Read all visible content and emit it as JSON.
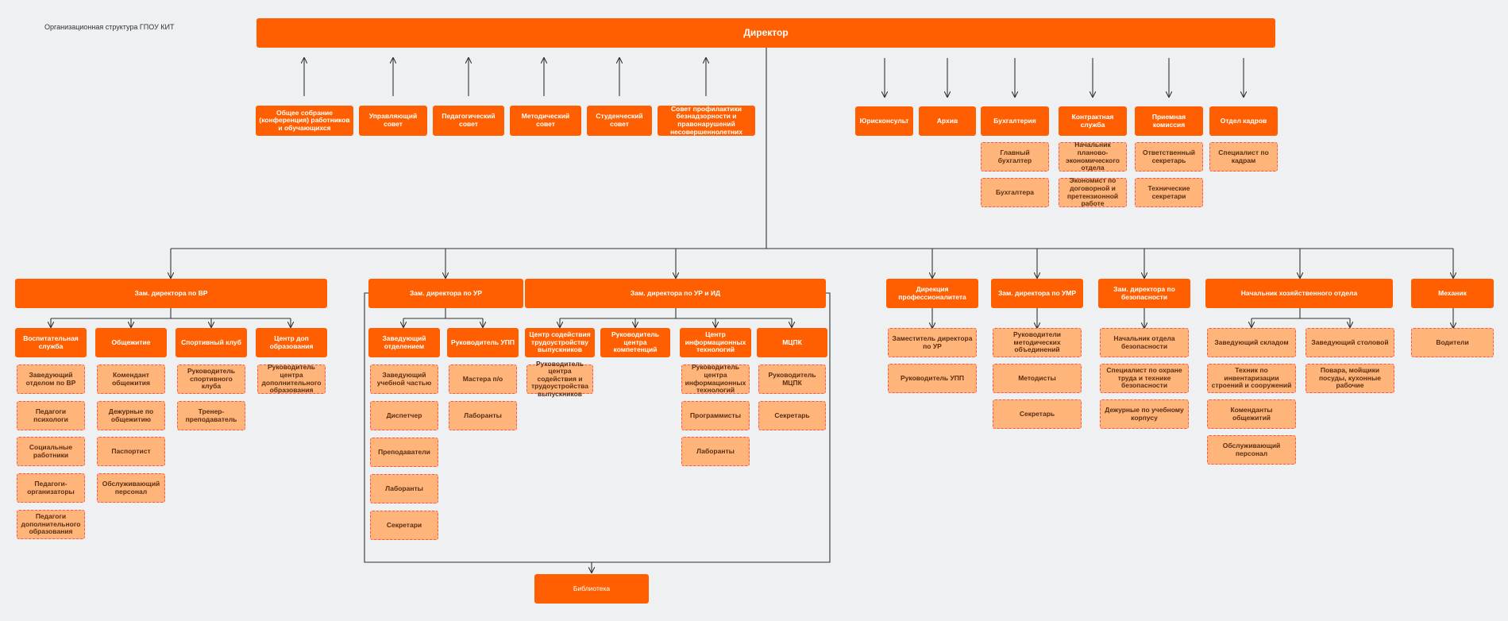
{
  "title": "Организационная структура ГПОУ КИТ",
  "director": "Директор",
  "advisory": [
    "Общее собрание (конференция) работников и обучающихся",
    "Управляющий совет",
    "Педагогический совет",
    "Методический совет",
    "Студенческий совет",
    "Совет профилактики безнадзорности и правонарушений несовершеннолетних"
  ],
  "services": [
    {
      "head": "Юрисконсульт",
      "items": []
    },
    {
      "head": "Архив",
      "items": []
    },
    {
      "head": "Бухгалтерия",
      "items": [
        "Главный бухгалтер",
        "Бухгалтера"
      ]
    },
    {
      "head": "Контрактная служба",
      "items": [
        "Начальник планово-экономического отдела",
        "Экономист по договорной и претензионной работе"
      ]
    },
    {
      "head": "Приемная комиссия",
      "items": [
        "Ответственный секретарь",
        "Технические секретари"
      ]
    },
    {
      "head": "Отдел кадров",
      "items": [
        "Специалист по кадрам"
      ]
    }
  ],
  "deputies": {
    "vr": {
      "head": "Зам. директора по ВР",
      "units": [
        {
          "head": "Воспитательная служба",
          "items": [
            "Заведующий отделом по ВР",
            "Педагоги психологи",
            "Социальные работники",
            "Педагоги-организаторы",
            "Педагоги дополнительного образования"
          ]
        },
        {
          "head": "Общежитие",
          "items": [
            "Комендант общежития",
            "Дежурные по общежитию",
            "Паспортист",
            "Обслуживающий персонал"
          ]
        },
        {
          "head": "Спортивный клуб",
          "items": [
            "Руководитель спортивного клуба",
            "Тренер-преподаватель"
          ]
        },
        {
          "head": "Центр доп образования",
          "items": [
            "Руководитель центра дополнительного образования"
          ]
        }
      ]
    },
    "ur": {
      "head": "Зам. директора по УР",
      "units": [
        {
          "head": "Заведующий отделением",
          "items": [
            "Заведующий учебной частью",
            "Диспетчер",
            "Преподаватели",
            "Лаборанты",
            "Секретари"
          ]
        },
        {
          "head": "Руководитель УПП",
          "items": [
            "Мастера п/о",
            "Лаборанты"
          ]
        }
      ]
    },
    "urid": {
      "head": "Зам. директора по УР и ИД",
      "units": [
        {
          "head": "Центр содействия трудоустройству выпускников",
          "items": [
            "Руководитель центра содействия и трудоустройства выпускников"
          ]
        },
        {
          "head": "Руководитель центра компетенций",
          "items": []
        },
        {
          "head": "Центр информационных технологий",
          "items": [
            "Руководитель центра информационных технологий",
            "Программисты",
            "Лаборанты"
          ]
        },
        {
          "head": "МЦПК",
          "items": [
            "Руководитель МЦПК",
            "Секретарь"
          ]
        }
      ]
    },
    "library": "Библиотека",
    "prof": {
      "head": "Дирекция профессионалитета",
      "items": [
        "Заместитель директора по УР",
        "Руководитель УПП"
      ]
    },
    "umr": {
      "head": "Зам. директора по УМР",
      "items": [
        "Руководители методических объединений",
        "Методисты",
        "Секретарь"
      ]
    },
    "safety": {
      "head": "Зам. директора по безопасности",
      "items": [
        "Начальник отдела безопасности",
        "Специалист по охране труда и технике безопасности",
        "Дежурные по учебному корпусу"
      ]
    },
    "aho": {
      "head": "Начальник хозяйственного отдела",
      "units": [
        {
          "head": "Заведующий складом",
          "items": [
            "Техник по инвентаризации строений и сооружений",
            "Коменданты общежитий",
            "Обслуживающий персонал"
          ]
        },
        {
          "head": "Заведующий столовой",
          "items": [
            "Повара, мойщики посуды, кухонные рабочие"
          ]
        }
      ]
    },
    "mech": {
      "head": "Механик",
      "items": [
        "Водители"
      ]
    }
  },
  "colors": {
    "head": "#ff5f00",
    "sub": "#ffb47a",
    "subBorder": "#ff5252",
    "line": "#333333"
  }
}
